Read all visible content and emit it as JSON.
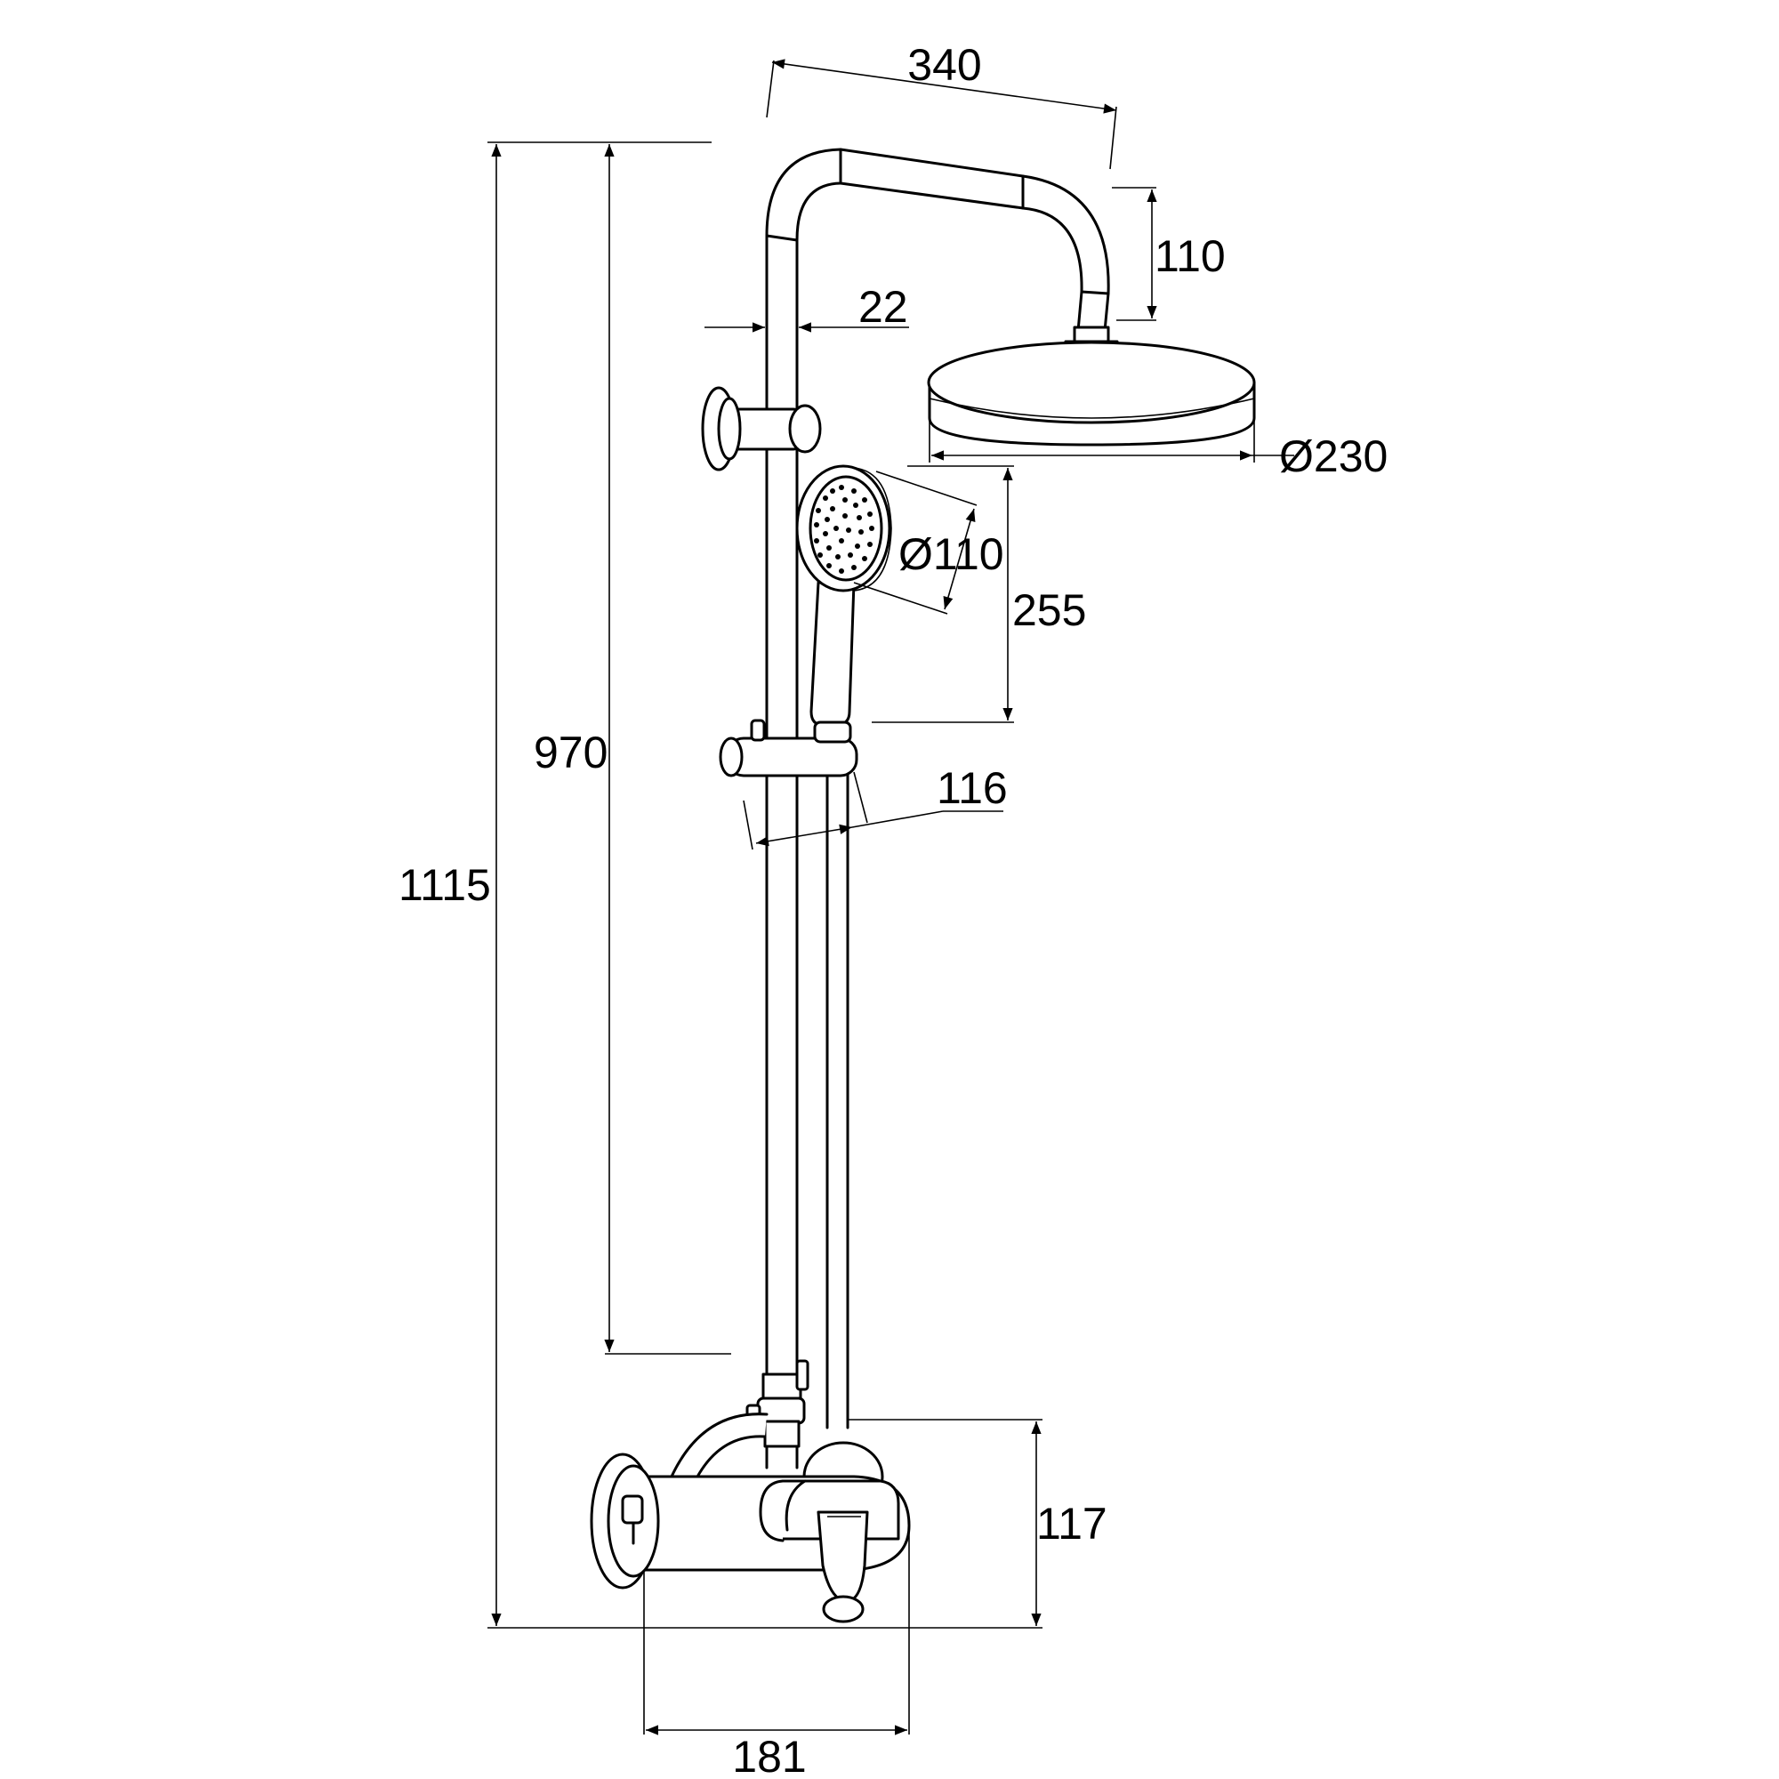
{
  "colors": {
    "line": "#000000",
    "background": "#ffffff"
  },
  "dimensions": {
    "arm_length": "340",
    "arm_drop": "110",
    "rail_diameter": "22",
    "head_shower_diameter": "Ø230",
    "hand_shower_diameter": "Ø110",
    "hand_shower_height": "255",
    "slider_width": "116",
    "rail_length": "970",
    "total_height": "1115",
    "mixer_height": "117",
    "mixer_width": "181"
  }
}
